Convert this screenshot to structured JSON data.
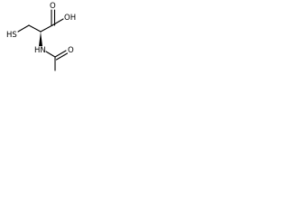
{
  "structure": {
    "atom_labels": {
      "hydroxyl": "OH",
      "carbonyl_oxygen_acid": "O",
      "thiol": "HS",
      "amide_nitrogen": "HN",
      "carbonyl_oxygen_amide": "O"
    }
  }
}
